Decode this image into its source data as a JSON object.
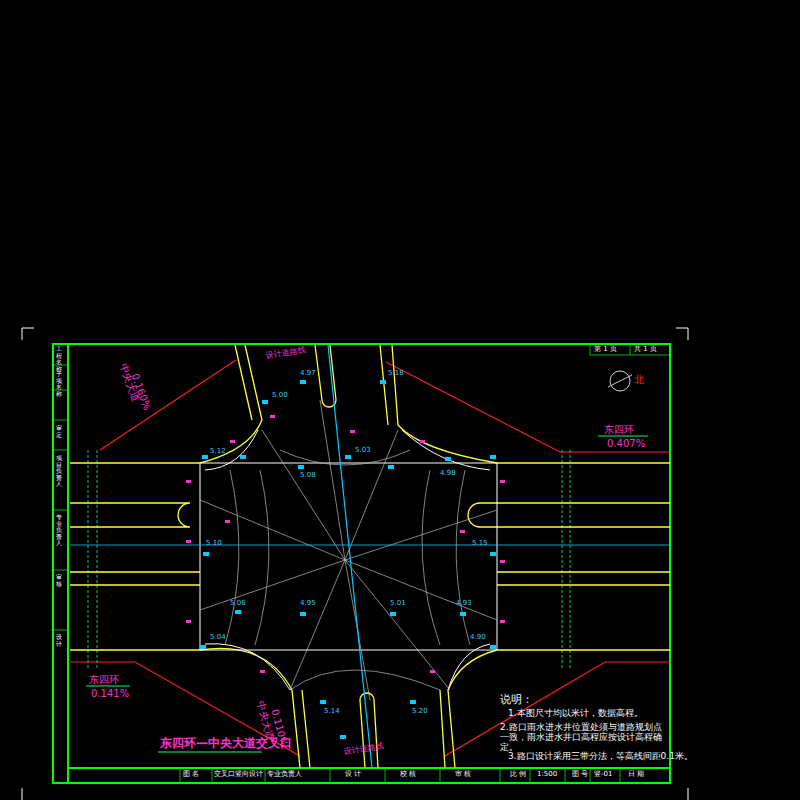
{
  "diagram": {
    "title": "东四环—中央大道交叉口",
    "labels": [
      "东四环",
      "0.407%",
      "东四环",
      "0.141%",
      "中央大道",
      "0.160%",
      "中央大道",
      "0.110%",
      "设计道路线",
      "设计道路线",
      "说明：",
      "1.本图尺寸均以米计，数据高程。",
      "2.路口雨水进水井位置处须与道路规划点一致，雨水进水井口高程应按设计高程确定。",
      "3.路口设计采用三带分法，等高线间距0.1米。",
      "图 名",
      "交叉口竖向设计",
      "专业负责人",
      "设 计",
      "校 核",
      "审 核",
      "比 例",
      "1:500",
      "图 号",
      "竖-01",
      "日 期",
      "第 1 页",
      "共 1 页",
      "工程名称",
      "子项名称",
      "审 定",
      "项目负责人",
      "专业负责人",
      "审 核",
      "设 计",
      "北",
      "5.12",
      "5.08",
      "5.03",
      "4.98",
      "5.10",
      "5.15",
      "5.06",
      "4.95",
      "5.01",
      "4.93",
      "5.04",
      "4.90",
      "5.00",
      "4.97",
      "5.18",
      "5.14",
      "5.20"
    ]
  }
}
